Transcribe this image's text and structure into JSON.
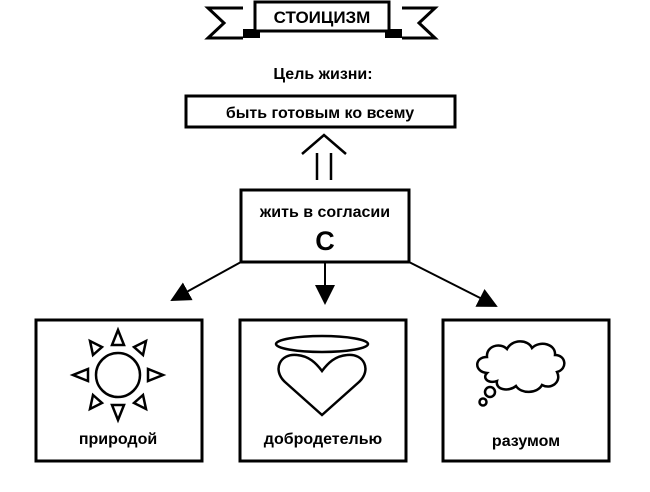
{
  "banner": {
    "title": "СТОИЦИЗМ"
  },
  "goal": {
    "heading": "Цель жизни:",
    "text": "быть готовым ко всему"
  },
  "center": {
    "line1": "жить в согласии",
    "line2": "С"
  },
  "branches": [
    {
      "label": "природой",
      "icon": "sun-icon"
    },
    {
      "label": "добродетелью",
      "icon": "halo-heart-icon"
    },
    {
      "label": "разумом",
      "icon": "thought-cloud-icon"
    }
  ],
  "colors": {
    "stroke": "#000000",
    "background": "#ffffff"
  }
}
